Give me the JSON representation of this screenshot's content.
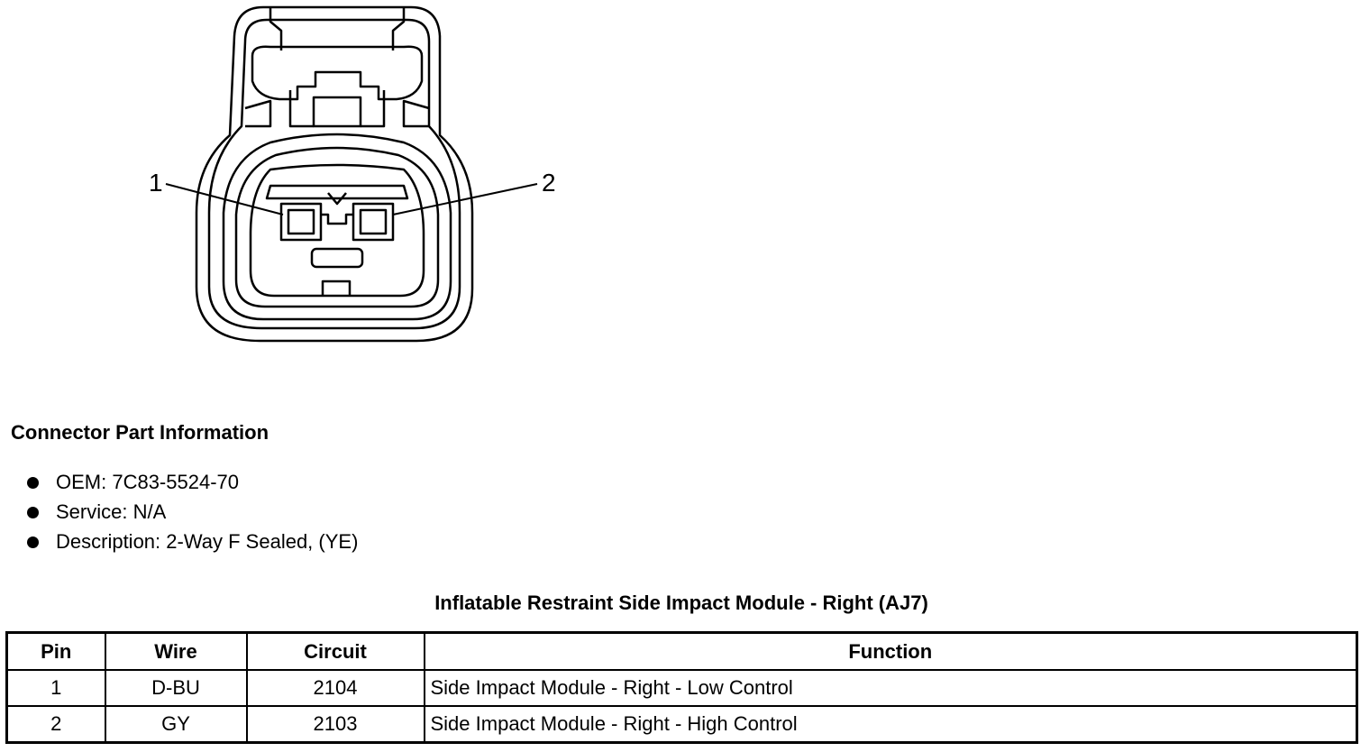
{
  "diagram": {
    "pin_labels": [
      "1",
      "2"
    ]
  },
  "connector_info": {
    "title": "Connector Part Information",
    "items": [
      "OEM: 7C83-5524-70",
      "Service: N/A",
      "Description: 2-Way F Sealed, (YE)"
    ]
  },
  "table": {
    "title": "Inflatable Restraint Side Impact Module - Right (AJ7)",
    "headers": [
      "Pin",
      "Wire",
      "Circuit",
      "Function"
    ],
    "rows": [
      [
        "1",
        "D-BU",
        "2104",
        "Side Impact Module - Right - Low Control"
      ],
      [
        "2",
        "GY",
        "2103",
        "Side Impact Module - Right - High Control"
      ]
    ]
  }
}
